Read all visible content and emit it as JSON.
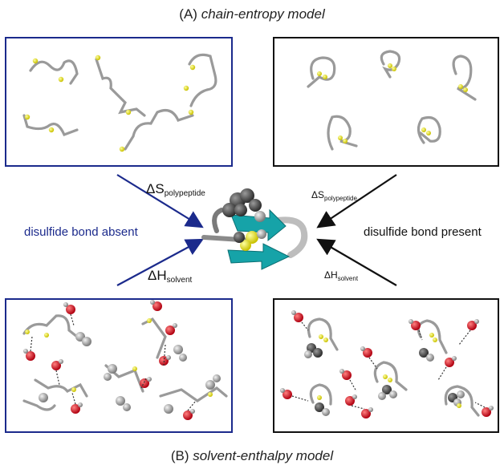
{
  "title_top": {
    "prefix": "(A)",
    "text": "chain-entropy model"
  },
  "title_bottom": {
    "prefix": "(B)",
    "text": "solvent-enthalpy model"
  },
  "labels": {
    "left": "disulfide bond absent",
    "right": "disulfide bond present",
    "ds_left": {
      "main": "ΔS",
      "sub": "polypeptide"
    },
    "dh_left": {
      "main": "ΔH",
      "sub": "solvent"
    },
    "ds_right": {
      "main": "ΔS",
      "sub": "polypeptide"
    },
    "dh_right": {
      "main": "ΔH",
      "sub": "solvent"
    }
  },
  "colors": {
    "blue": "#1b2a8c",
    "black": "#111111",
    "sulfur": "#e6e000",
    "oxygen": "#d8141c",
    "backbone": "#9a9a9a",
    "sheet": "#16a3a8"
  }
}
